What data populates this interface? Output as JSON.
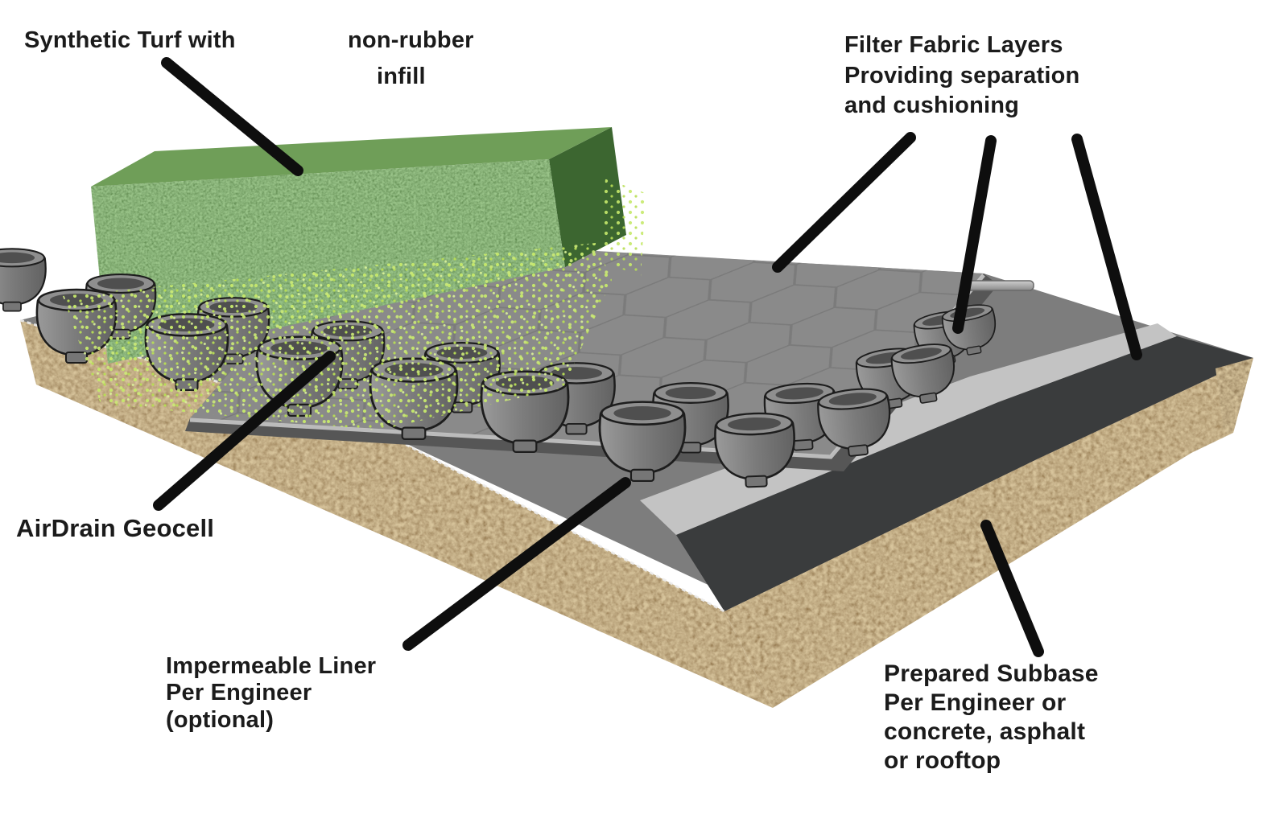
{
  "title": "Synthetic turf drainage system cross-section diagram",
  "labels": {
    "synthetic_turf": {
      "line1": "Synthetic Turf with",
      "line2": "non-rubber",
      "line3": "infill"
    },
    "filter_fabric": {
      "text": "Filter Fabric Layers\nProviding separation\nand cushioning"
    },
    "airdrain": {
      "text": "AirDrain Geocell"
    },
    "impermeable": {
      "text": "Impermeable Liner\nPer Engineer\n(optional)"
    },
    "subbase": {
      "text": "Prepared Subbase\nPer Engineer or\nconcrete, asphalt\nor rooftop"
    }
  },
  "colors": {
    "background": "#ffffff",
    "label_text": "#1b1b1b",
    "leader_line": "#0e0e0e",
    "turf_top": "#6f9e58",
    "turf_front": "#4e7d3c",
    "turf_side": "#3c6630",
    "infill_speckle": "#c6e96b",
    "infill_speckle_light": "#dcf39a",
    "panel": "#8a8a8a",
    "panel_edge": "#c4c4c4",
    "cup_body": "#7b7b7b",
    "cup_opening": "#4f4f4f",
    "fabric_gray": "#7d7d7d",
    "liner_light_band": "#c3c3c3",
    "fabric_dark_band": "#3a3c3d",
    "subbase_brown": "#8f7143",
    "subbase_brown_dark": "#7c6139"
  }
}
